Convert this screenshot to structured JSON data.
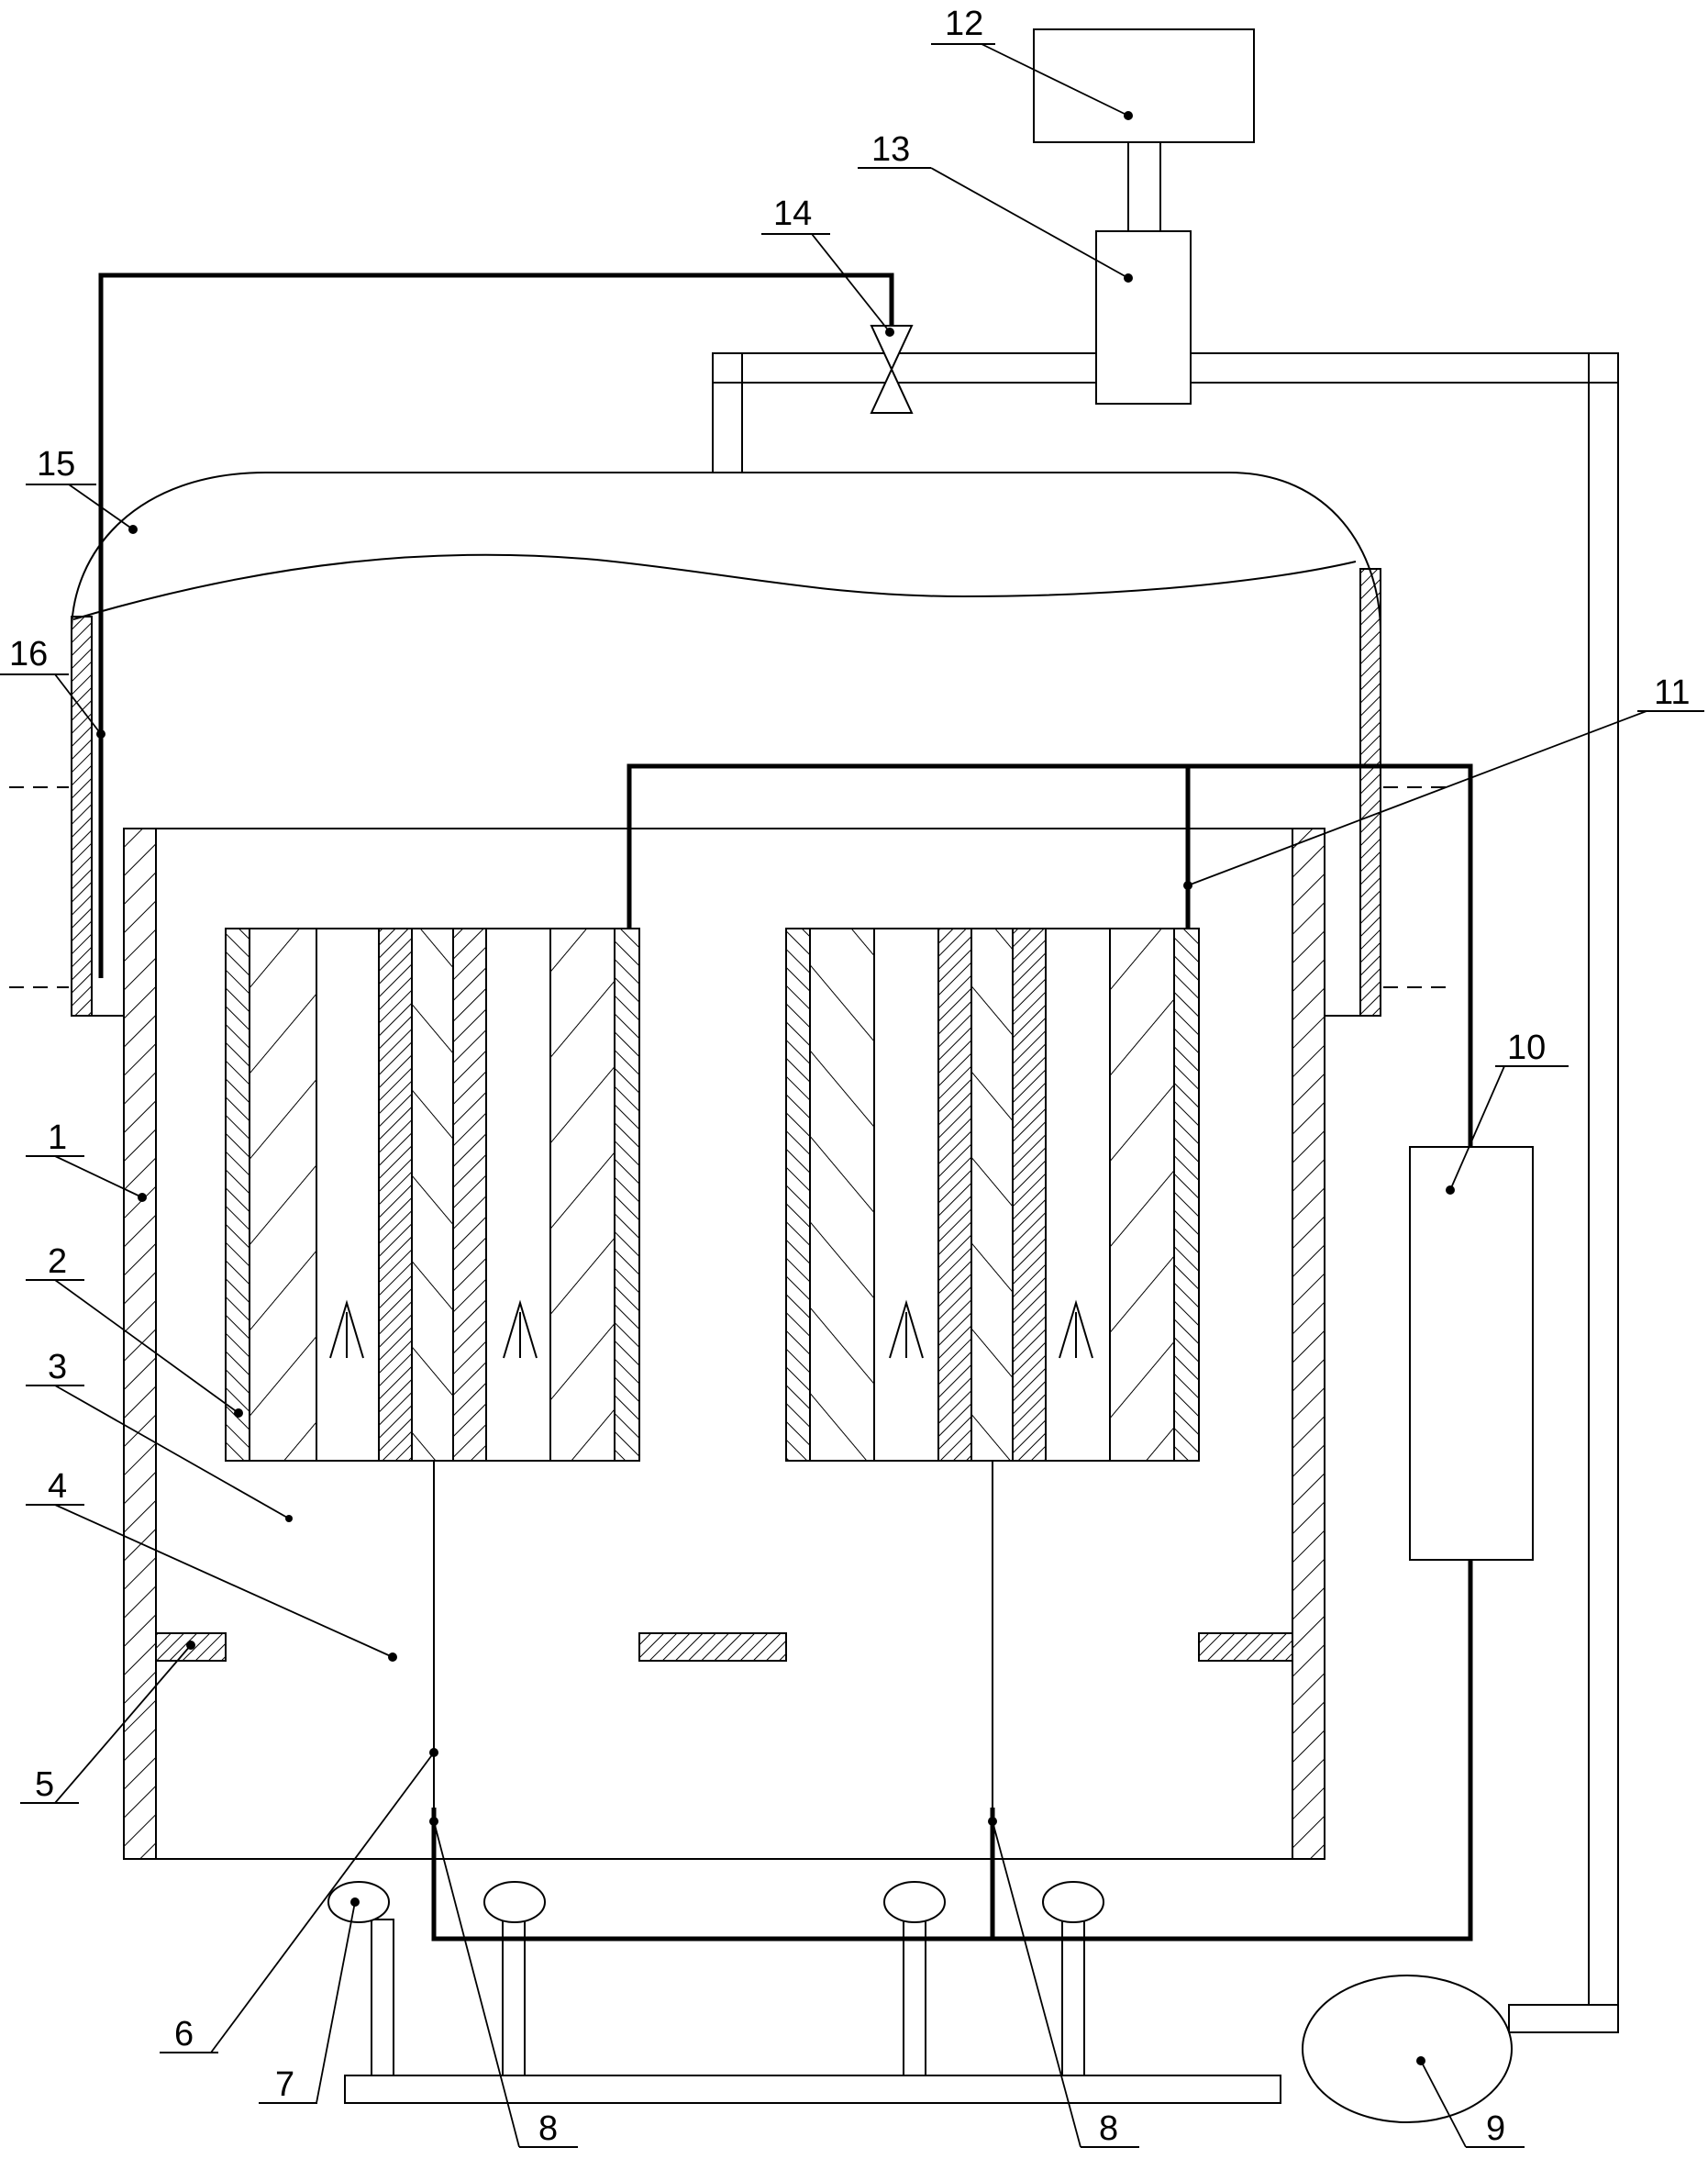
{
  "labels": {
    "l1": "1",
    "l2": "2",
    "l3": "3",
    "l4": "4",
    "l5": "5",
    "l6": "6",
    "l7": "7",
    "l8a": "8",
    "l8b": "8",
    "l9": "9",
    "l10": "10",
    "l11": "11",
    "l12": "12",
    "l13": "13",
    "l14": "14",
    "l15": "15",
    "l16": "16"
  },
  "colors": {
    "line": "#000000",
    "background": "#ffffff"
  }
}
